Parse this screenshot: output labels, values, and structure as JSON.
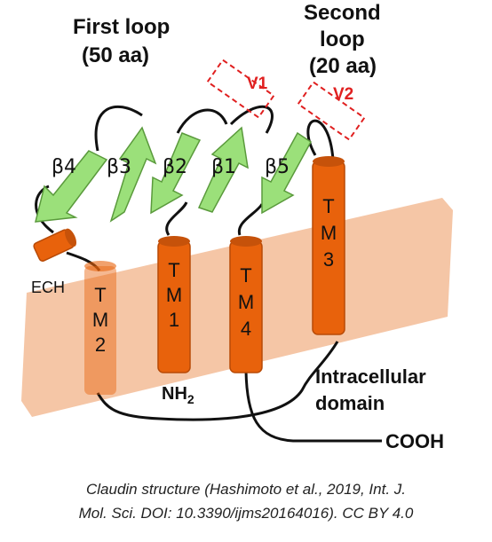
{
  "labels": {
    "first_loop": "First loop",
    "first_loop_size": "(50 aa)",
    "second_loop": "Second",
    "second_loop_2": "loop",
    "second_loop_size": "(20 aa)",
    "v1": "V1",
    "v2": "V2",
    "b1": "β1",
    "b2": "β2",
    "b3": "β3",
    "b4": "β4",
    "b5": "β5",
    "ech": "ECH",
    "tm1_t": "T",
    "tm1_m": "M",
    "tm1_n": "1",
    "tm2_t": "T",
    "tm2_m": "M",
    "tm2_n": "2",
    "tm3_t": "T",
    "tm3_m": "M",
    "tm3_n": "3",
    "tm4_t": "T",
    "tm4_m": "M",
    "tm4_n": "4",
    "nh2_main": "NH",
    "nh2_sub": "2",
    "intracellular": "Intracellular",
    "domain": "domain",
    "cooh": "COOH"
  },
  "caption": {
    "line1": "Claudin structure (Hashimoto et al., 2019, Int. J.",
    "line2": "Mol. Sci. DOI: 10.3390/ijms20164016). CC BY 4.0"
  },
  "colors": {
    "membrane": "#f4c09c",
    "helix": "#e8620c",
    "helix_dark": "#b84a06",
    "strand": "#9be07a",
    "strand_edge": "#5a9a3c",
    "variable_box": "#e02020"
  }
}
